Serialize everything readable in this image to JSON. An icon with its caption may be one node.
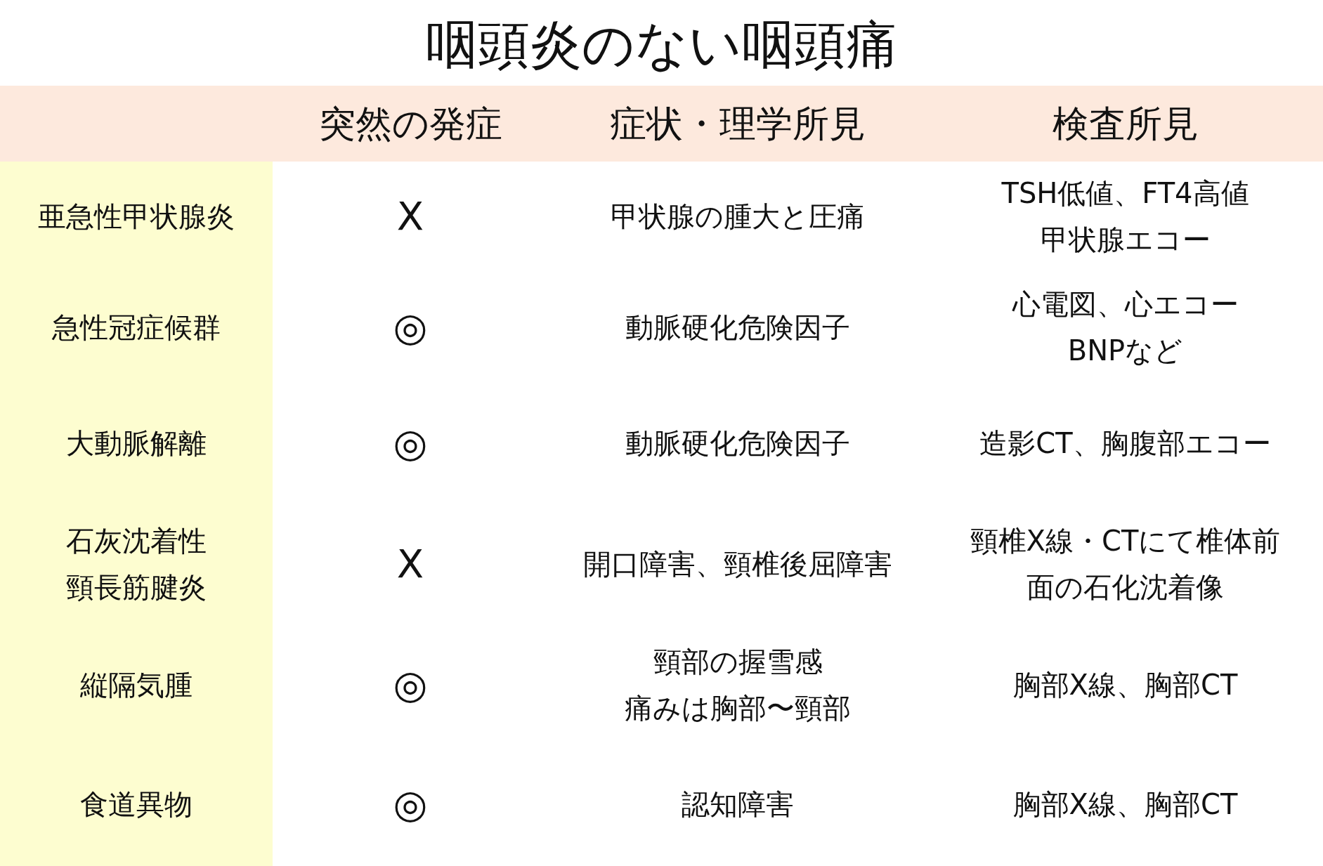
{
  "diagram": {
    "title": "咽頭炎のない咽頭痛",
    "labels": [
      "突然の発症",
      "症状・理学所見",
      "検査所見",
      "亜急性甲状腺炎",
      "X",
      "甲状腺の腫大と圧痛",
      "TSH低値、FT4高値",
      "甲状腺エコー",
      "急性冠症候群",
      "◎",
      "動脈硬化危険因子",
      "心電図、心エコー",
      "BNPなど",
      "大動脈解離",
      "◎",
      "動脈硬化危険因子",
      "造影CT、胸腹部エコー",
      "石灰沈着性頸長筋腱炎",
      "X",
      "開口障害、頸椎後屈障害",
      "頸椎X線・CTにて椎体前面の石化沈着像",
      "縦隔気腫",
      "◎",
      "頸部の握雪感",
      "痛みは胸部〜頸部",
      "胸部X線、胸部CT",
      "食道異物",
      "◎",
      "認知障害",
      "胸部X線、胸部CT"
    ]
  }
}
